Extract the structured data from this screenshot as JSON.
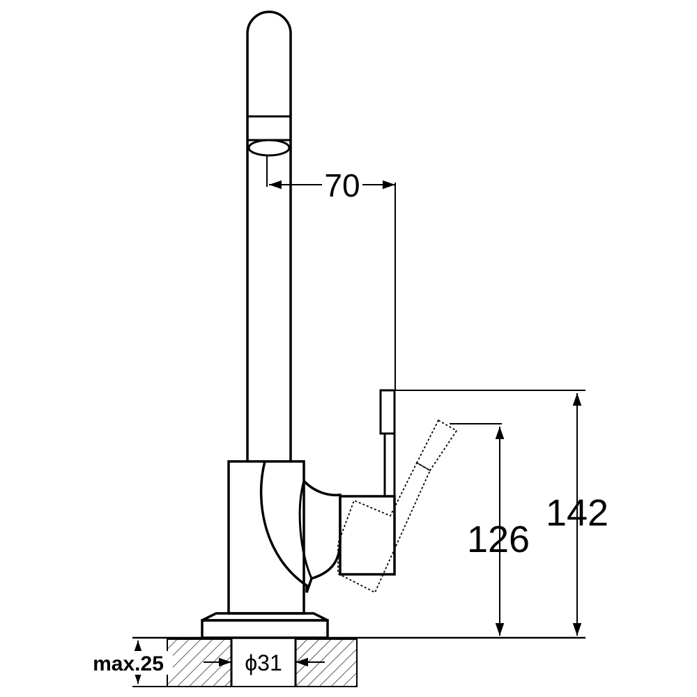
{
  "drawing": {
    "colors": {
      "ink": "#000000",
      "background": "#ffffff"
    },
    "dimensions": {
      "spout_reach": "70",
      "lever_height": "126",
      "total_height": "142",
      "deck_label": "max.25",
      "hole_diameter": "ϕ31"
    }
  }
}
